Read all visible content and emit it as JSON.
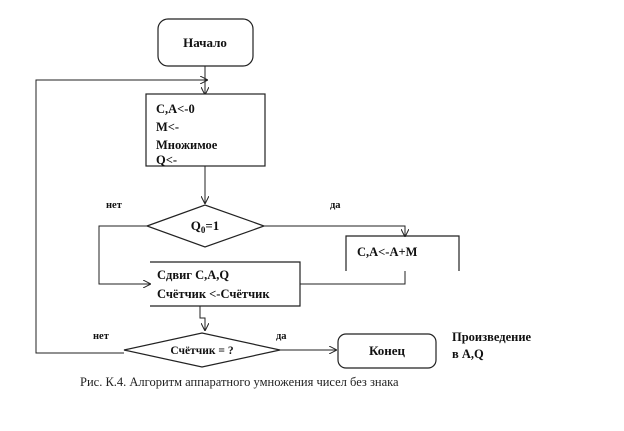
{
  "start_label": "Начало",
  "init_block": {
    "line1": "C,A<-0",
    "line2": "M<-",
    "line3": "Множимое",
    "line4": "Q<-"
  },
  "decision1": {
    "main": "Q",
    "sub": "0",
    "rest": "=1",
    "no": "нет",
    "yes": "да"
  },
  "add_block": "C,A<-A+M",
  "shift_block": {
    "line1": "Сдвиг C,A,Q",
    "line2": "Счётчик <-Счётчик"
  },
  "decision2": {
    "label": "Счётчик = ?",
    "no": "нет",
    "yes": "да"
  },
  "end_label": "Конец",
  "result_note": {
    "line1": "Произведение",
    "line2": "в A,Q"
  },
  "caption": "Рис. К.4. Алгоритм аппаратного умножения чисел без знака"
}
